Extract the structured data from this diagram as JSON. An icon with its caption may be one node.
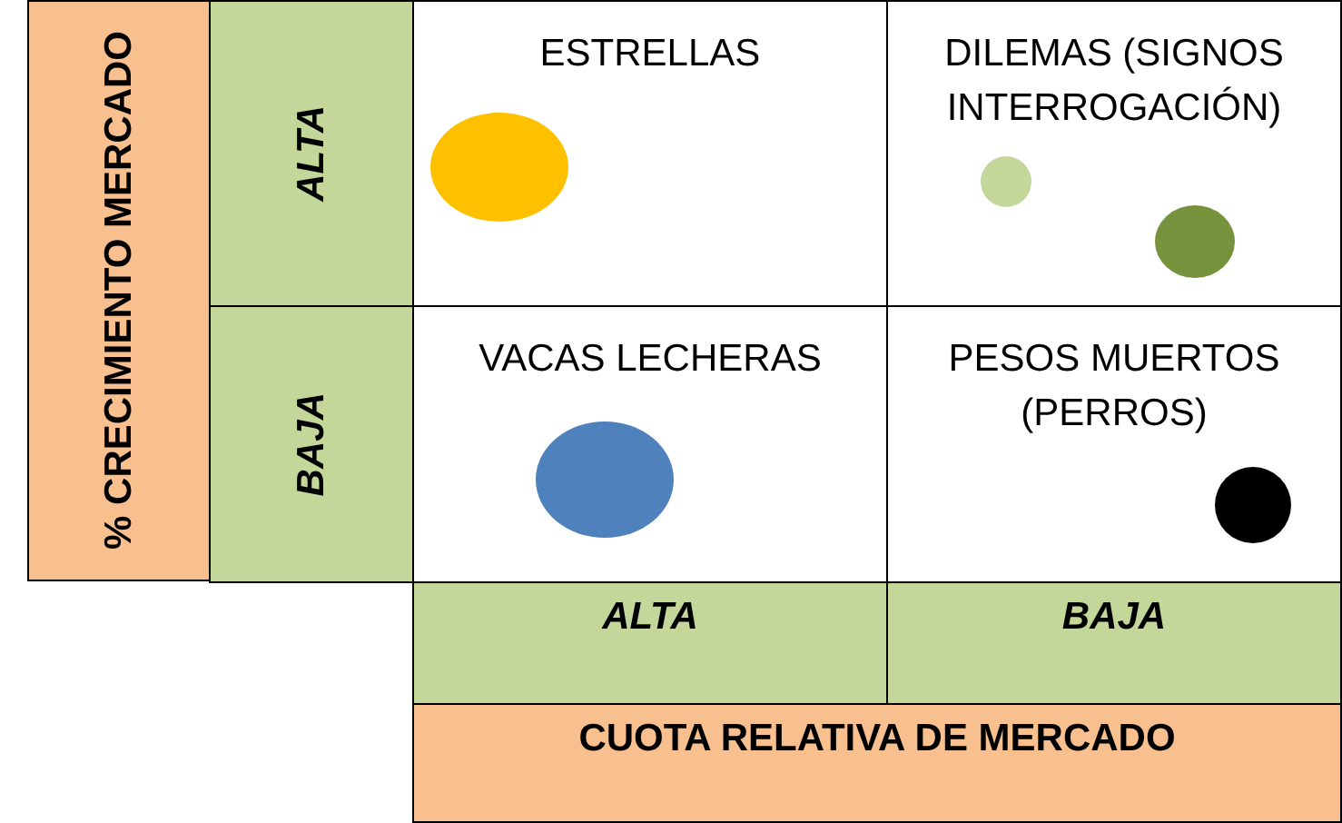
{
  "diagram": {
    "nodes": [
      {
        "text": [
          "% CRECIMIENTO MERCADO"
        ]
      },
      {
        "text": [
          "ALTA"
        ]
      },
      {
        "text": [
          "ESTRELLAS"
        ]
      },
      {
        "text": [],
        "shape": "circle",
        "in": 2
      },
      {
        "text": [
          "DILEMAS (SIGNOS INTERROGACIÓN)"
        ]
      },
      {
        "text": [],
        "shape": "circle",
        "in": 4
      },
      {
        "text": [],
        "shape": "circle",
        "in": 4
      },
      {
        "text": [
          "BAJA"
        ]
      },
      {
        "text": [
          "VACAS LECHERAS"
        ]
      },
      {
        "text": [],
        "shape": "circle",
        "in": 8
      },
      {
        "text": [
          "PESOS MUERTOS (PERROS)"
        ]
      },
      {
        "text": [],
        "shape": "circle",
        "in": 10
      },
      {
        "text": [
          "ALTA"
        ]
      },
      {
        "text": [
          "BAJA"
        ]
      },
      {
        "text": [
          "CUOTA RELATIVA DE MERCADO"
        ]
      }
    ]
  }
}
